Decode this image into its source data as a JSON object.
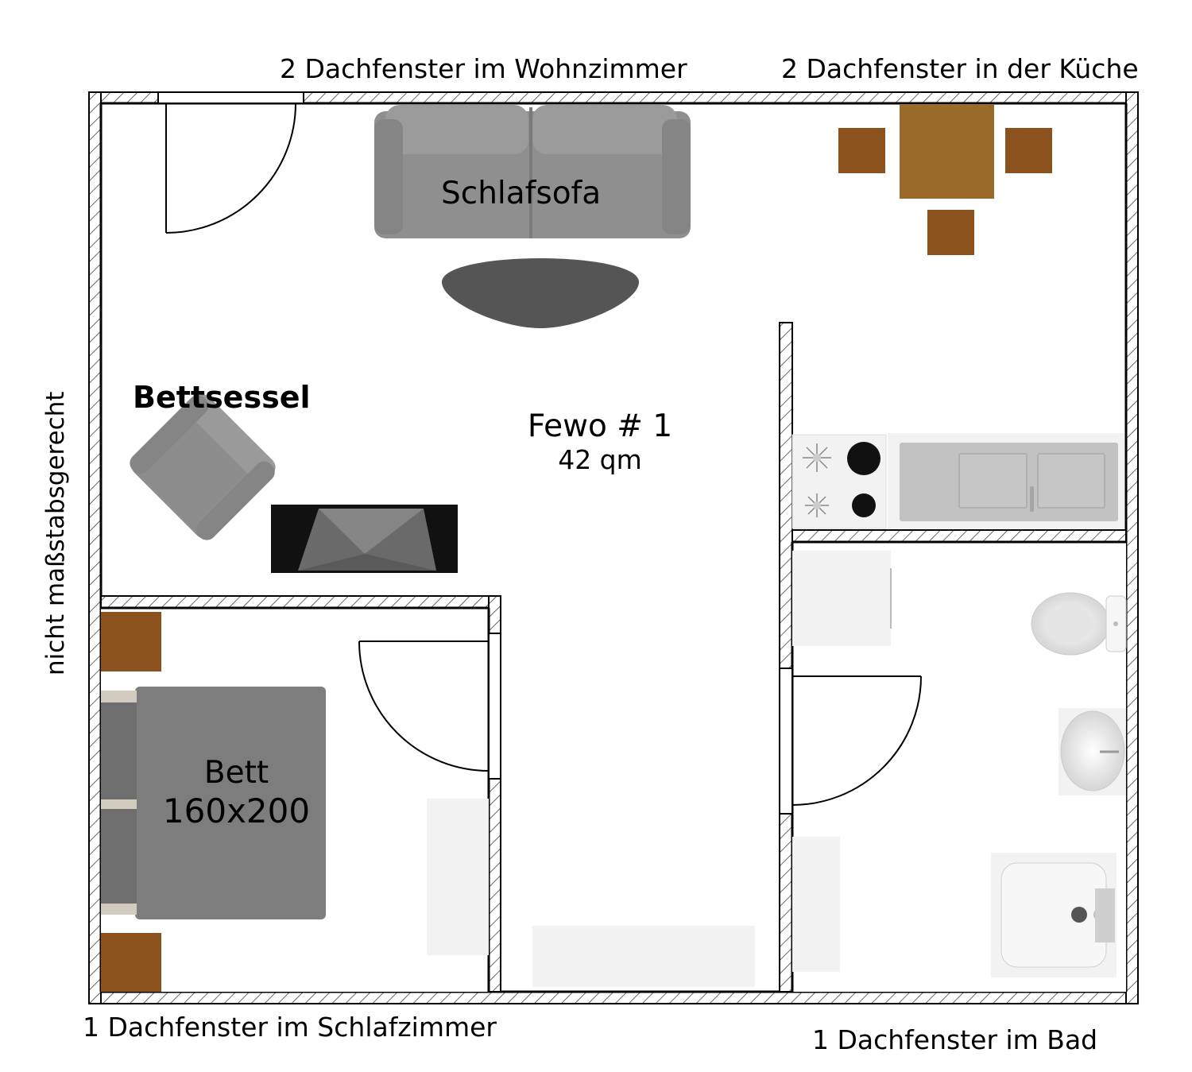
{
  "annotations": {
    "window_living": "2 Dachfenster im Wohnzimmer",
    "window_kitchen": "2 Dachfenster in der Küche",
    "window_bedroom": "1 Dachfenster im Schlafzimmer",
    "window_bath": "1 Dachfenster im Bad",
    "scale_note": "nicht maßstabsgerecht"
  },
  "apartment": {
    "name": "Fewo # 1",
    "area": "42 qm"
  },
  "furniture": {
    "sofa": "Schlafsofa",
    "armchair": "Bettsessel",
    "bed_title": "Bett",
    "bed_size": "160x200"
  },
  "colors": {
    "wall_line": "#000000",
    "hatch": "#555555",
    "table": "#9a6a2a",
    "chair": "#8b521e",
    "sofa": "#8f8f8f",
    "rug": "#555555",
    "tv": "#111111",
    "bed": "#7d7d7d",
    "fixture": "#f2f2f2"
  }
}
